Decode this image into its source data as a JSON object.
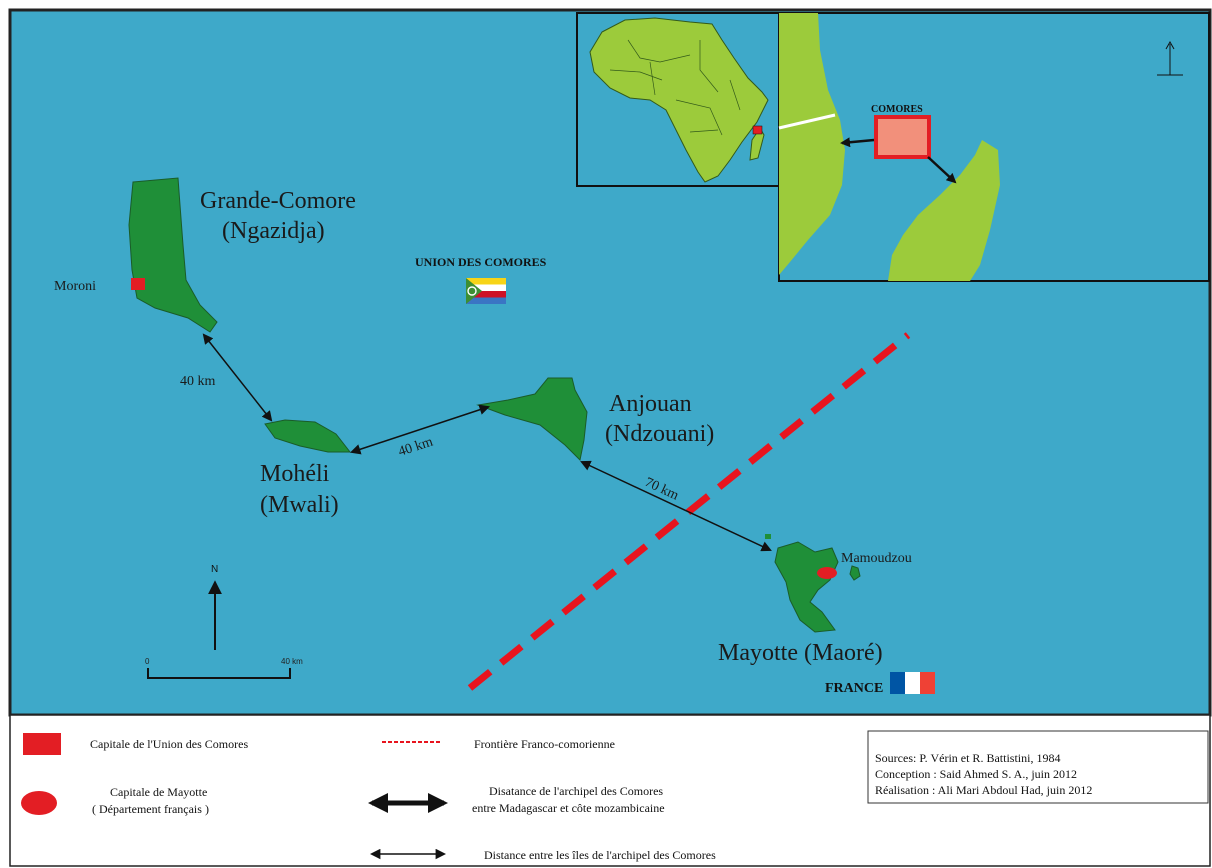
{
  "islands": {
    "grande_comore": {
      "name": "Grande-Comore",
      "alt": "(Ngazidja)"
    },
    "moheli": {
      "name": "Mohéli",
      "alt": "(Mwali)"
    },
    "anjouan": {
      "name": "Anjouan",
      "alt": "(Ndzouani)"
    },
    "mayotte": {
      "name": "Mayotte (Maoré)"
    }
  },
  "cities": {
    "moroni": "Moroni",
    "mamoudzou": "Mamoudzou"
  },
  "country_labels": {
    "union": "UNION DES COMORES",
    "france": "FRANCE"
  },
  "distances": {
    "gc_moheli": "40 km",
    "moheli_anjouan": "40 km",
    "anjouan_mayotte": "70 km"
  },
  "north_arrow": {
    "letter": "N"
  },
  "scale_bar": {
    "start": "0",
    "end": "40 km"
  },
  "inset": {
    "comores_label": "COMORES"
  },
  "flags": {
    "comoros": [
      "#f7d417",
      "#ffffff",
      "#ce1126",
      "#3a75c4",
      "#3d8e33"
    ],
    "france": [
      "#0055a4",
      "#ffffff",
      "#ef4135"
    ]
  },
  "colors": {
    "sea": "#3ea9c9",
    "island": "#1f8f38",
    "border_line": "#e8141e",
    "inset_land": "#9ccb3b",
    "capital_marker": "#e31e24"
  },
  "legend": {
    "capital_union": "Capitale de l'Union des Comores",
    "capital_mayotte_line1": "Capitale de Mayotte",
    "capital_mayotte_line2": "( Département français )",
    "frontier": "Frontière Franco-comorienne",
    "distance_region_line1": "Disatance de l'archipel des Comores",
    "distance_region_line2": "entre Madagascar et côte mozambicaine",
    "distance_islands": "Distance entre les îles de l'archipel des Comores"
  },
  "sources": {
    "line1": "Sources: P. Vérin et R. Battistini, 1984",
    "line2": "Conception : Said Ahmed  S. A., juin 2012",
    "line3": "Réalisation : Ali  Mari Abdoul Had, juin 2012"
  }
}
